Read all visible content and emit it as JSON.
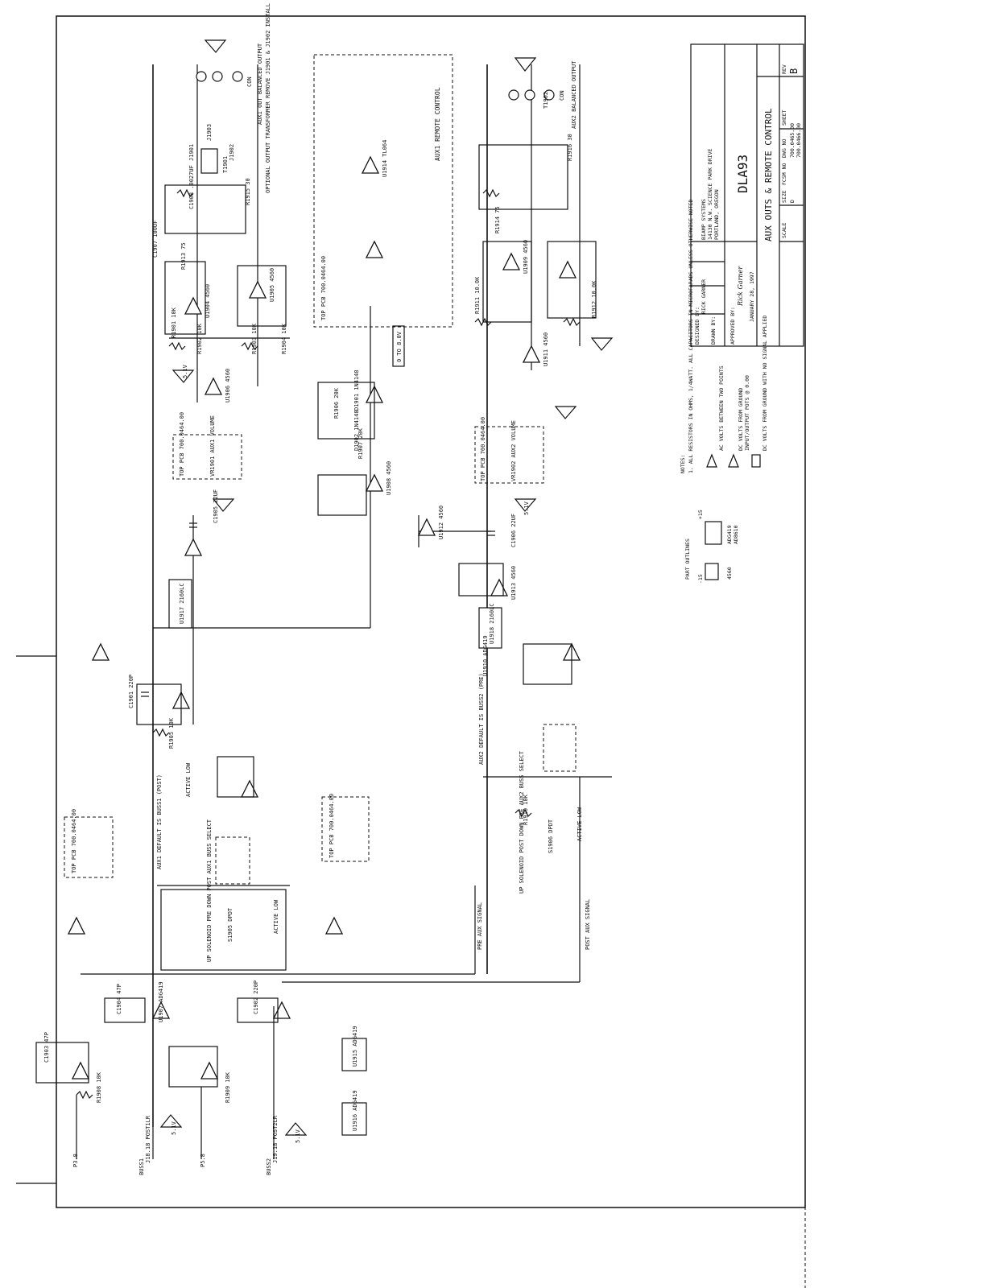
{
  "title_block": {
    "title": "DLA93",
    "subtitle": "AUX OUTS & REMOTE CONTROL",
    "rev": "B",
    "designed_by_label": "DESIGNED BY:",
    "designer": "RICK GARNER",
    "drawn_by_label": "DRAWN BY:",
    "approved_by_label": "APPROVED BY:",
    "signature": "Rick Garner",
    "date": "JANUARY 28, 1997",
    "company": "BIAMP SYSTEMS",
    "company_addr": "14130 N.W. SCIENCE PARK DRIVE",
    "company_city": "PORTLAND, OREGON",
    "size_label": "SIZE",
    "size_value": "D",
    "fcsm_label": "FCSM NO",
    "dwg_label": "DWG NO",
    "dwg_no": "700.0465.00",
    "dwg_no2": "700.0466.00",
    "scale_label": "SCALE",
    "sheet_label": "SHEET",
    "rev_label": "REV"
  },
  "notes": {
    "heading": "NOTES:",
    "note1": "1. ALL RESISTORS IN OHMS, 1/4WATT. ALL CAPACITORS IN MICROFARADS UNLESS OTHERWISE NOTED",
    "legend_ac": "AC VOLTS BETWEEN TWO POINTS",
    "legend_dc": "DC VOLTS FROM GROUND",
    "legend_io": "INPUT/OUTPUT POTS @ 0.00",
    "legend_sig": "DC VOLTS FROM GROUND WITH NO SIGNAL APPLIED"
  },
  "part_outlines": {
    "heading": "PART OUTLINES",
    "p1": "4560",
    "p2": "ADG419",
    "p3": "AD8610",
    "pin_a": "+15",
    "pin_b": "-15"
  },
  "sections": {
    "aux1_out_caption": "AUX1 OUT BALANCED OUTPUT",
    "aux2_out_caption": "AUX2 BALANCED OUTPUT",
    "aux1_remote_caption": "AUX1 REMOTE CONTROL",
    "top_pcb_1": "TOP PCB 700.0464.00",
    "top_pcb_2": "TOP PCB 700.0464.00",
    "top_pcb_3": "TOP PCB 700.0464.00",
    "top_pcb_4": "TOP PCB 700.0464.00",
    "top_pcb_5": "TOP PCB 700.0464.00",
    "aux1_default": "AUX1 DEFAULT IS BUSS1 (POST)",
    "aux2_default": "AUX2 DEFAULT IS BUSS2 (PRE)",
    "pre_aux_signal": "PRE AUX SIGNAL",
    "post_aux_signal": "POST AUX SIGNAL",
    "active_low_1": "ACTIVE LOW",
    "active_low_2": "ACTIVE LOW",
    "active_low_3": "ACTIVE LOW",
    "optional_output": "OPTIONAL OUTPUT TRANSFORMER REMOVE J1901 & J1902 INSTALL J1903",
    "aux_buss_select_1": "UP SOLENOID PRE DOWN POST AUX1 BUSS SELECT",
    "aux_buss_select_2": "UP SOLENOID POST DOWN PRE AUX2 BUSS SELECT",
    "zero_to_8v": "0 TO 8.0V",
    "buss1_in": "BUSS1",
    "buss2_in": "BUSS2",
    "p3_label": "P3.8",
    "p5_label": "P5.8",
    "j18": "J18.18 POST1LR",
    "j19": "J19.18 POST2LR",
    "volt_1": "5.1V",
    "volt_2": "5.1V",
    "volt_3": "5.1V",
    "volt_4": "5.1V",
    "con_1": "CON",
    "con_2": "CON"
  },
  "components": {
    "u1": "U1904 4560",
    "u2": "U1905 4560",
    "u3": "U1906 4560",
    "u4": "U1907 ADG419",
    "u5": "U1908 4560",
    "u6": "U1909 4560",
    "u7": "U1910 ADG419",
    "u8": "U1911 4560",
    "u9": "U1912 4560",
    "u10": "U1913 4560",
    "u11": "U1914 TL064",
    "u12": "U1915 ADG419",
    "u13": "U1916 ADG419",
    "u14": "U1917 2160LC",
    "u15": "U1918 2160LC",
    "r1": "R1901 10K",
    "r2": "R1902 10K",
    "r3": "R1903 10K",
    "r4": "R1904 10K",
    "r5": "R1905 10K",
    "r6": "R1906 20K",
    "r7": "R1907 20K",
    "r8": "R1908 10K",
    "r9": "R1909 10K",
    "r10": "R1910 10K",
    "r11": "R1911 10.0K",
    "r12": "R1912 10.0K",
    "r13": "R1913 75",
    "r14": "R1914 75",
    "r15": "R1915 30",
    "r16": "R1916 30",
    "c1": "C1901 220P",
    "c2": "C1902 220P",
    "c3": "C1903 47P",
    "c4": "C1904 47P",
    "c5": "C1905 22UF",
    "c6": "C1906 22UF",
    "c7": "C1907 100UF",
    "c8": "C1908 .0027UF",
    "s1": "S1905 DPDT",
    "s2": "S1906 DPDT",
    "vr1": "VR1901 AUX1 VOLUME",
    "vr2": "VR1902 AUX2 VOLUME",
    "t1": "T1901",
    "t2": "T1902",
    "j1": "J1901",
    "j2": "J1902",
    "j3": "J1903",
    "d1": "D1901 1N4148",
    "d2": "D1902 1N4148"
  }
}
